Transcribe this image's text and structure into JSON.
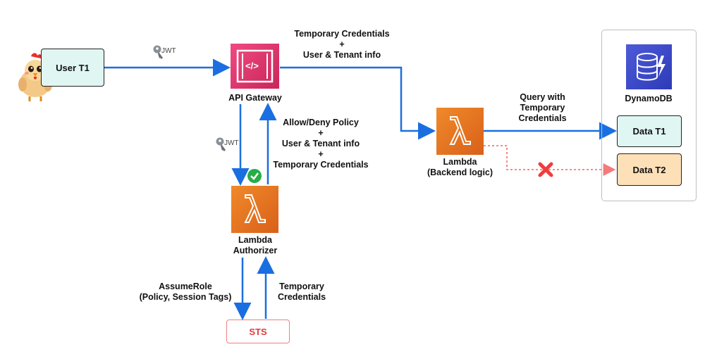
{
  "user": {
    "label": "User T1"
  },
  "jwt_label": "JWT",
  "api_gateway": {
    "label": "API Gateway",
    "icon_glyph": "</>"
  },
  "top_arrow_label": {
    "line1": "Temporary Credentials",
    "line2": "+",
    "line3": "User & Tenant info"
  },
  "authorizer": {
    "line1": "Lambda",
    "line2": "Authorizer"
  },
  "policy_label": {
    "line1": "Allow/Deny Policy",
    "line2": "+",
    "line3": "User & Tenant info",
    "line4": "+",
    "line5": "Temporary Credentials"
  },
  "backend": {
    "line1": "Lambda",
    "line2": "(Backend logic)"
  },
  "query_label": {
    "line1": "Query with",
    "line2": "Temporary",
    "line3": "Credentials"
  },
  "dynamodb": {
    "label": "DynamoDB",
    "data_t1": "Data T1",
    "data_t2": "Data T2"
  },
  "assume_label": {
    "line1": "AssumeRole",
    "line2": "(Policy, Session Tags)"
  },
  "temp_creds_label": {
    "line1": "Temporary",
    "line2": "Credentials"
  },
  "sts": {
    "label": "STS"
  },
  "colors": {
    "arrow_blue": "#1a6fe0",
    "lambda_orange": "#e06a1b",
    "api_pink": "#e7336d",
    "dynamo_blue": "#3b48cc",
    "data_t1_fill": "#dff6f3",
    "data_t2_fill": "#fde0b8",
    "denied_red": "#f03c3c",
    "check_green": "#27ae47",
    "sts_red": "#e23b3b"
  },
  "icons": [
    "chicken-mascot-icon",
    "key-icon",
    "api-gateway-icon",
    "lambda-icon",
    "dynamodb-icon",
    "check-icon",
    "deny-x-icon"
  ]
}
